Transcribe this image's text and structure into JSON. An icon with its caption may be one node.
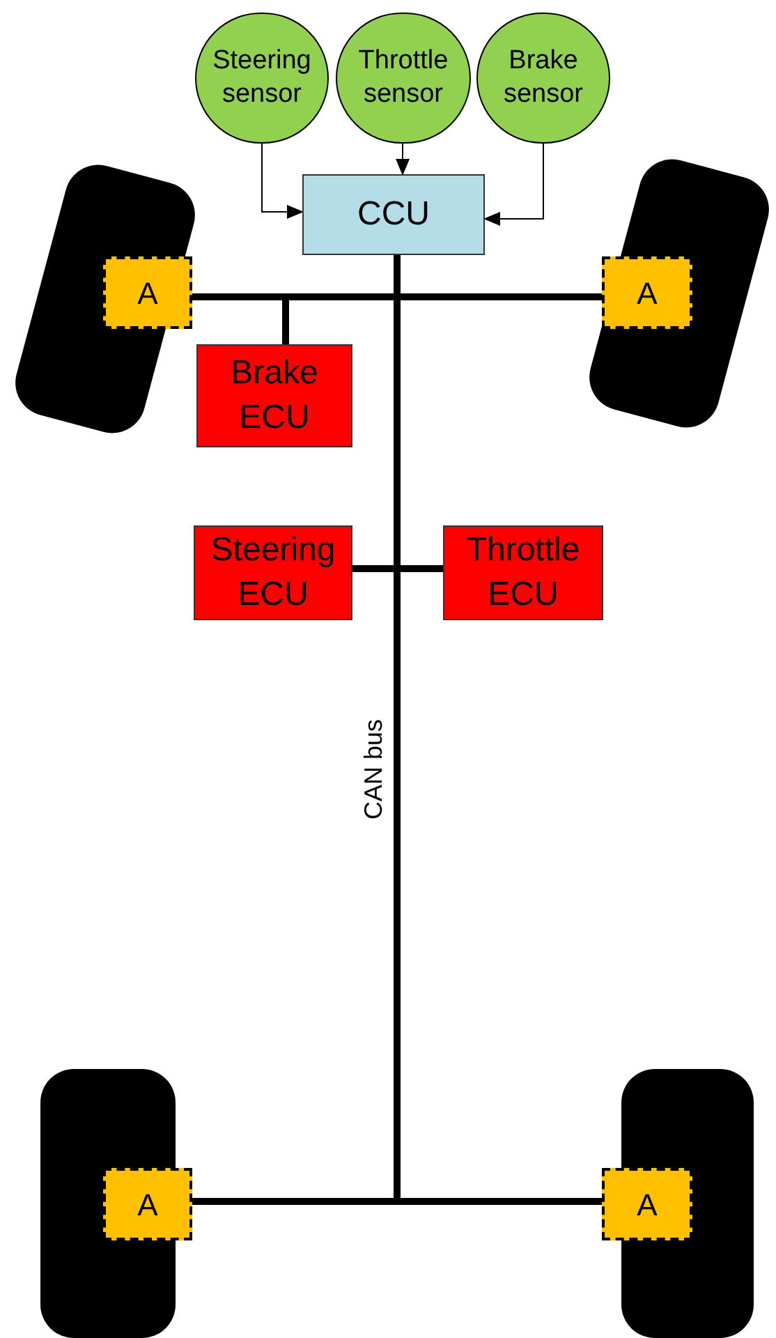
{
  "diagram": {
    "nodes": [
      {
        "text": [
          "Steering sensor"
        ]
      },
      {
        "text": [
          "Throttle sensor"
        ]
      },
      {
        "text": [
          "Brake sensor"
        ]
      },
      {
        "text": [
          "CCU"
        ]
      },
      {
        "text": [
          "A"
        ]
      },
      {
        "text": [
          "A"
        ]
      },
      {
        "text": [
          "Brake ECU"
        ]
      },
      {
        "text": [
          "Steering ECU"
        ]
      },
      {
        "text": [
          "Throttle ECU"
        ]
      },
      {
        "text": [
          "A"
        ]
      },
      {
        "text": [
          "A"
        ]
      }
    ],
    "edges": [
      {
        "from": 0,
        "to": 3,
        "arrow": "to"
      },
      {
        "from": 1,
        "to": 3,
        "arrow": "to"
      },
      {
        "from": 2,
        "to": 3,
        "arrow": "to"
      },
      {
        "from": 3,
        "to": 4,
        "arrow": "none"
      },
      {
        "from": 3,
        "to": 5,
        "arrow": "none"
      },
      {
        "from": 3,
        "to": 6,
        "arrow": "none"
      },
      {
        "from": 3,
        "to": 7,
        "arrow": "none"
      },
      {
        "from": 3,
        "to": 8,
        "arrow": "none"
      },
      {
        "from": 3,
        "to": 9,
        "arrow": "none"
      },
      {
        "from": 3,
        "to": 10,
        "arrow": "none"
      }
    ],
    "labels": [
      "CAN bus"
    ]
  }
}
